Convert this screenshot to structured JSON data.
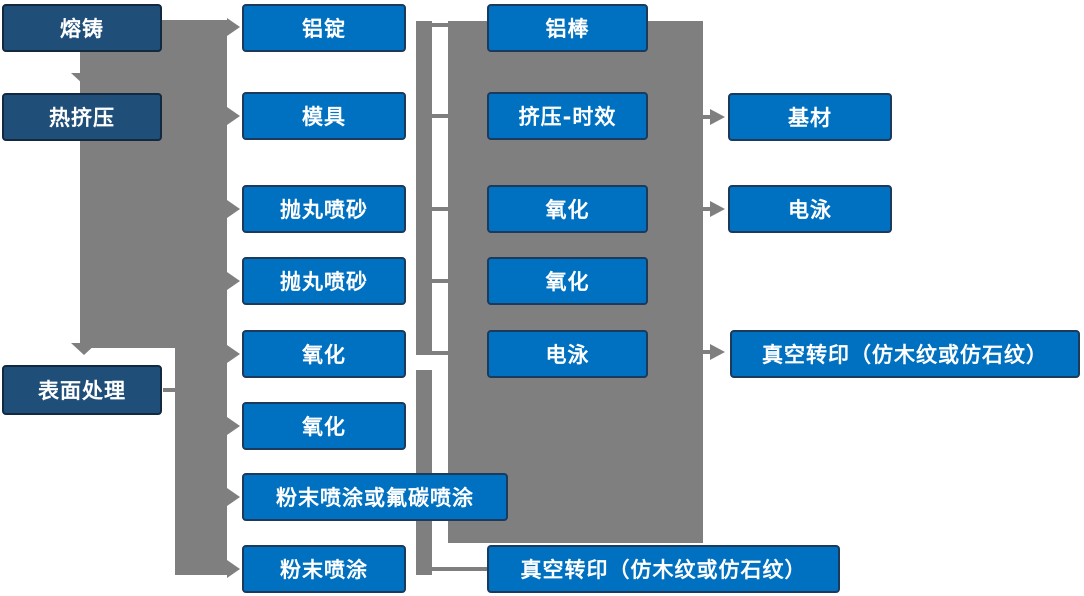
{
  "diagram": {
    "type": "flowchart",
    "colors": {
      "stage_box": "#1F4E79",
      "process_box": "#0070C0",
      "connector": "#7F7F7F",
      "text": "#FFFFFF",
      "background": "#FFFFFF"
    },
    "nodes": [
      {
        "id": "c1r1",
        "label": "熔铸",
        "type": "stage"
      },
      {
        "id": "c1r2",
        "label": "热挤压",
        "type": "stage"
      },
      {
        "id": "c1r3",
        "label": "表面处理",
        "type": "stage"
      },
      {
        "id": "c2r1",
        "label": "铝锭",
        "type": "process"
      },
      {
        "id": "c2r2",
        "label": "模具",
        "type": "process"
      },
      {
        "id": "c2r3",
        "label": "抛丸喷砂",
        "type": "process"
      },
      {
        "id": "c2r4",
        "label": "抛丸喷砂",
        "type": "process"
      },
      {
        "id": "c2r5",
        "label": "氧化",
        "type": "process"
      },
      {
        "id": "c2r6",
        "label": "氧化",
        "type": "process"
      },
      {
        "id": "c2r7",
        "label": "粉末喷涂或氟碳喷涂",
        "type": "process"
      },
      {
        "id": "c2r8",
        "label": "粉末喷涂",
        "type": "process"
      },
      {
        "id": "c3r1",
        "label": "铝棒",
        "type": "process"
      },
      {
        "id": "c3r2",
        "label": "挤压-时效",
        "type": "process"
      },
      {
        "id": "c3r3",
        "label": "氧化",
        "type": "process"
      },
      {
        "id": "c3r4",
        "label": "氧化",
        "type": "process"
      },
      {
        "id": "c3r5",
        "label": "电泳",
        "type": "process"
      },
      {
        "id": "c3r6",
        "label": "真空转印（仿木纹或仿石纹）",
        "type": "process"
      },
      {
        "id": "c4r1",
        "label": "基材",
        "type": "process"
      },
      {
        "id": "c4r2",
        "label": "电泳",
        "type": "process"
      },
      {
        "id": "c4r3",
        "label": "真空转印（仿木纹或仿石纹）",
        "type": "process"
      }
    ],
    "arrows": [
      "熔铸 ↓ 热挤压",
      "熔铸/热挤压 band ↓ 表面处理",
      "band → 铝锭",
      "band → 模具",
      "band → 抛丸喷砂",
      "band → 抛丸喷砂",
      "band → 氧化",
      "band → 氧化",
      "band → 粉末喷涂或氟碳喷涂",
      "band → 粉末喷涂",
      "panel → 基材",
      "panel → 电泳",
      "panel → 真空转印（仿木纹或仿石纹）"
    ]
  }
}
